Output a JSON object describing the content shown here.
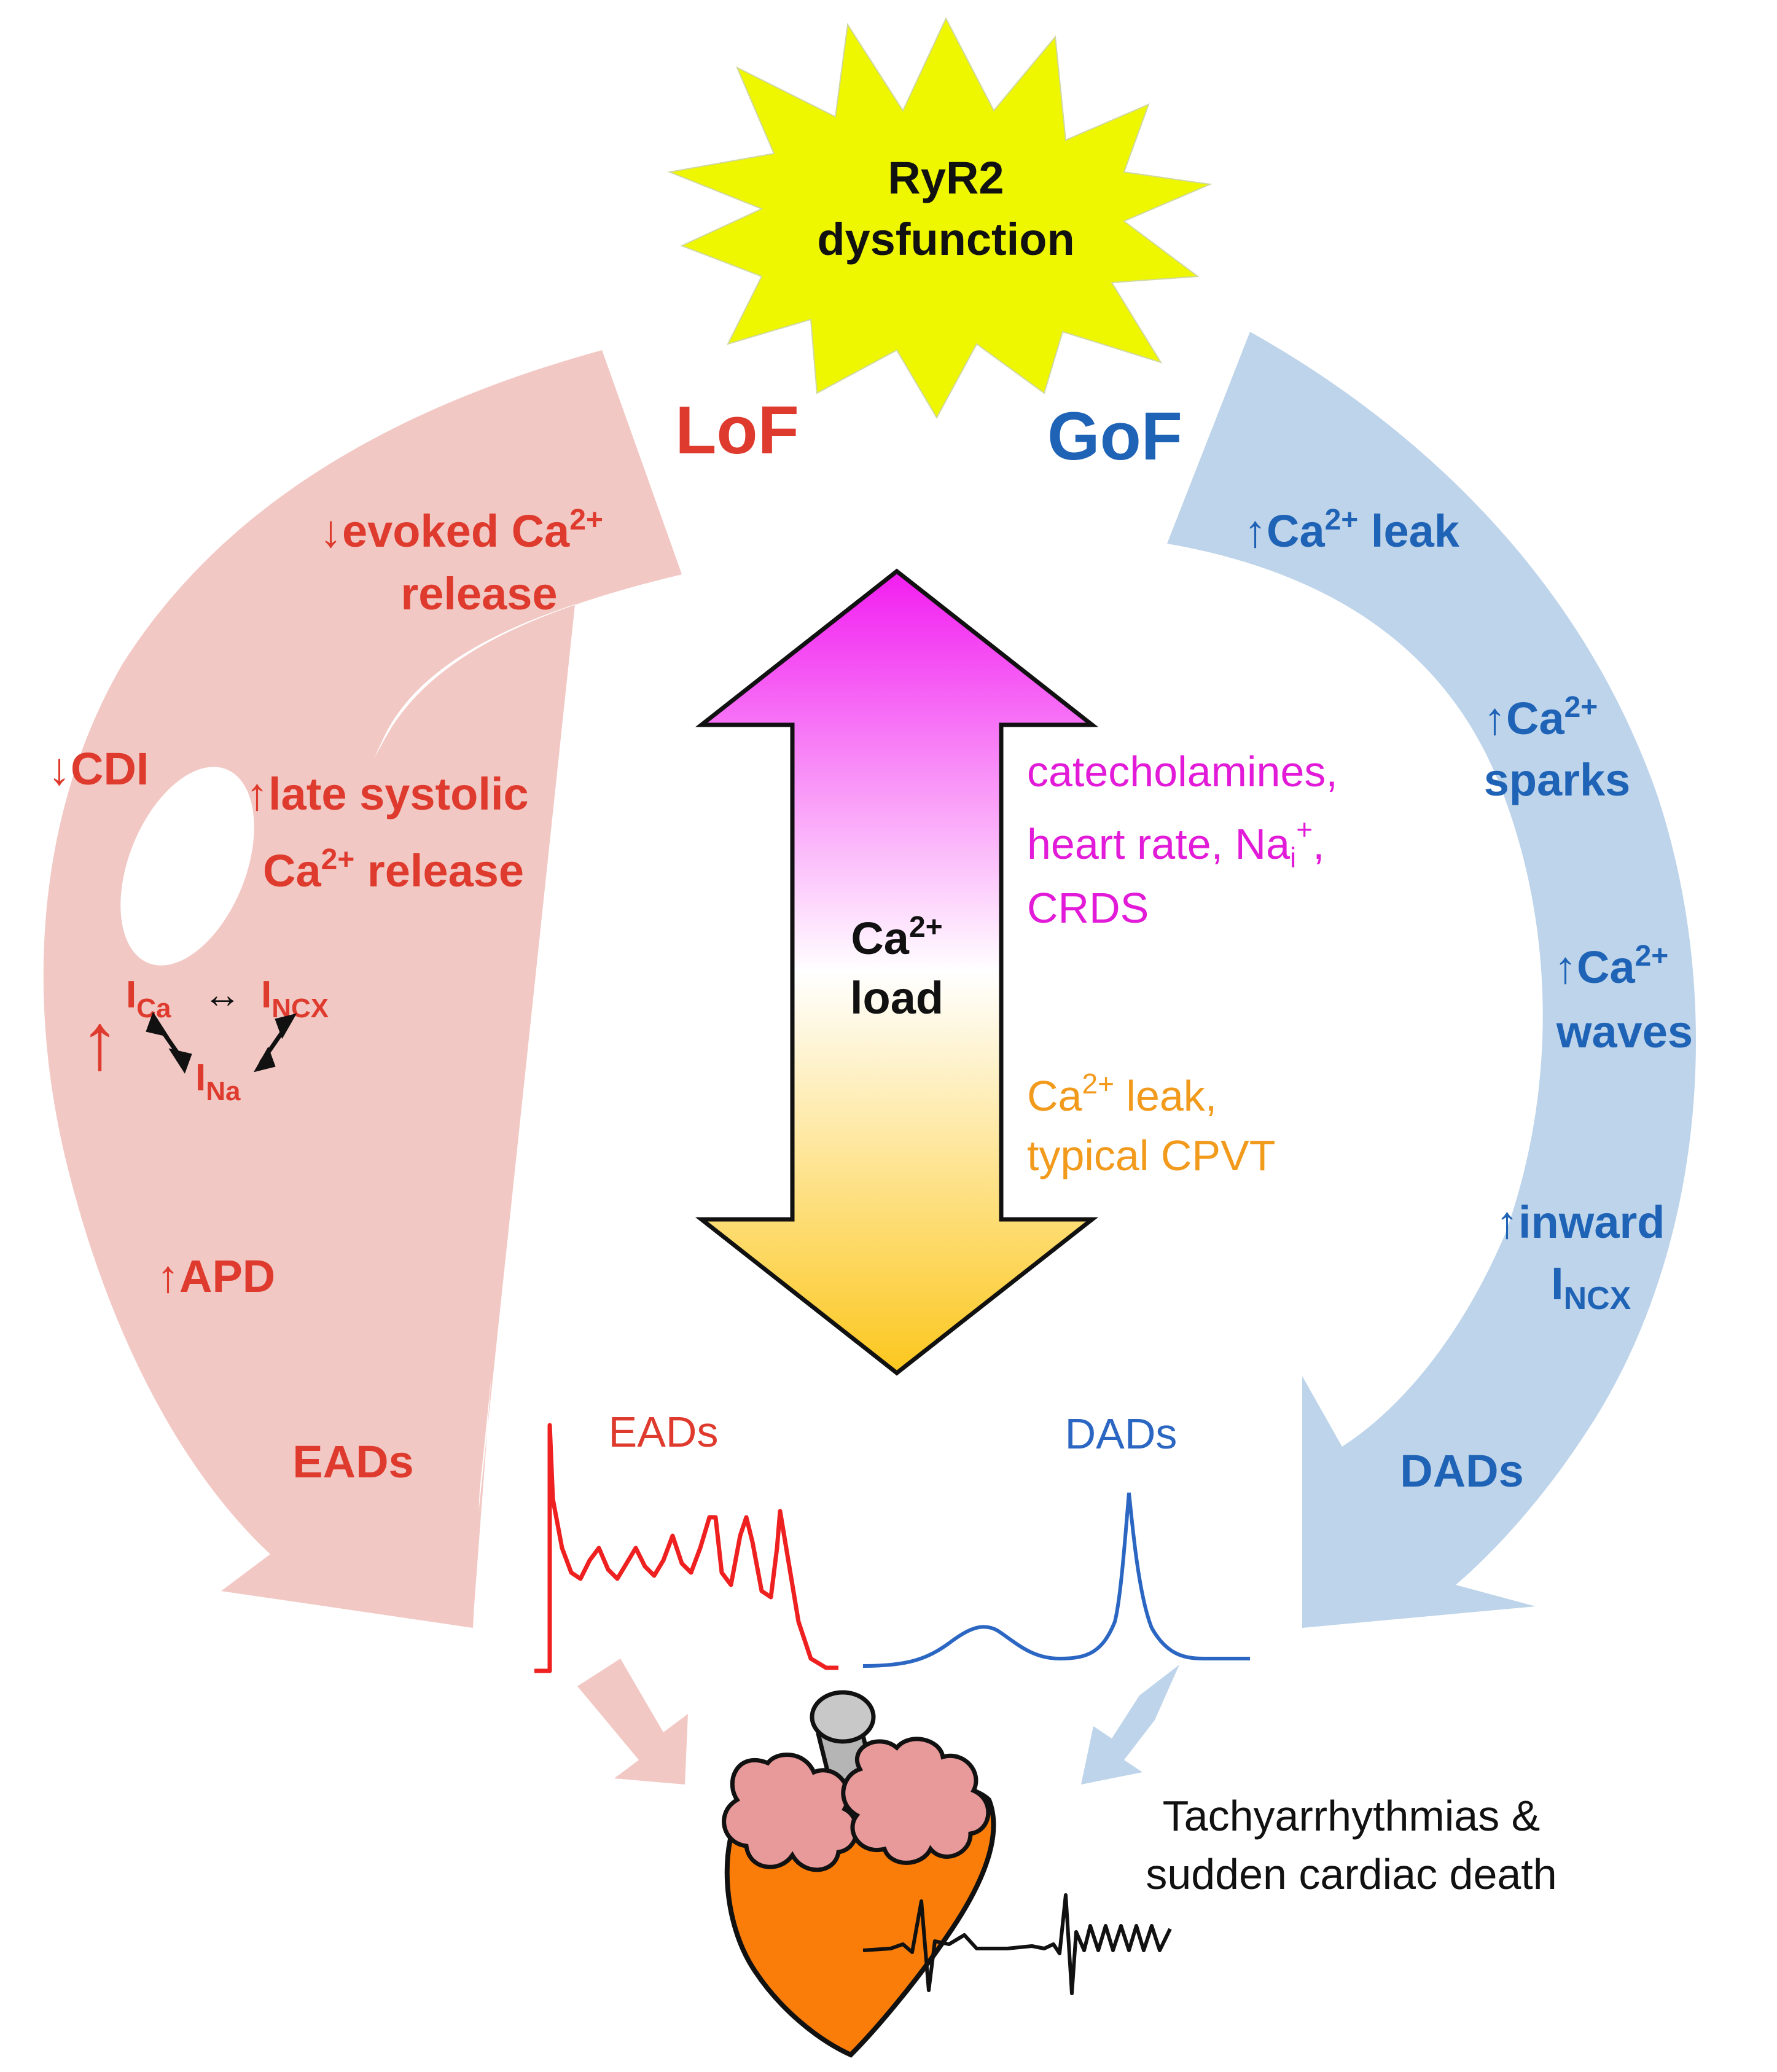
{
  "burst": {
    "line1": "RyR2",
    "line2": "dysfunction",
    "fill": "#eef700"
  },
  "lof": {
    "title": "LoF",
    "color": "#de3b2e",
    "arrow_fill": "#f2c8c4",
    "items": {
      "evoked": {
        "prefix": "↓evoked Ca",
        "sup": "2+",
        "line2": "release"
      },
      "cdi": "↓CDI",
      "late": {
        "line1": "↑late systolic",
        "line2_prefix": "Ca",
        "sup": "2+",
        "line2_suffix": " release"
      },
      "currents": {
        "up_arrow": "↑",
        "ica_main": "I",
        "ica_sub": "Ca",
        "incx_main": "I",
        "incx_sub": "NCX",
        "ina_main": "I",
        "ina_sub": "Na",
        "swap": "↔"
      },
      "apd": "↑APD",
      "eads": "EADs"
    }
  },
  "gof": {
    "title": "GoF",
    "color": "#1f63b6",
    "arrow_fill": "#bed4ea",
    "items": {
      "leak": {
        "prefix": "↑Ca",
        "sup": "2+",
        "suffix": " leak"
      },
      "sparks": {
        "prefix": "↑Ca",
        "sup": "2+",
        "line2": "sparks"
      },
      "waves": {
        "prefix": "↑Ca",
        "sup": "2+",
        "line2": "waves"
      },
      "inward": {
        "line1": "↑inward",
        "main": "I",
        "sub": "NCX"
      },
      "dads": "DADs"
    }
  },
  "center": {
    "label_prefix": "Ca",
    "label_sup": "2+",
    "label_line2": "load",
    "top_color": "#f21df0",
    "bottom_color": "#fcc71e",
    "upper_text": {
      "line1": "catecholamines,",
      "line2_prefix": "heart rate, Na",
      "line2_sub": "i",
      "line2_sup": "+",
      "line2_suffix": ",",
      "line3": "CRDS",
      "color": "#e21bd8"
    },
    "lower_text": {
      "line1_prefix": "Ca",
      "line1_sup": "2+",
      "line1_suffix": " leak,",
      "line2": "typical CPVT",
      "color": "#f29a1c"
    }
  },
  "traces": {
    "ead_label": "EADs",
    "dad_label": "DADs",
    "ead_color": "#ee2020",
    "dad_color": "#2a66c2"
  },
  "outcome": {
    "line1": "Tachyarrhythmias &",
    "line2": "sudden cardiac death",
    "heart_fill": "#fa7d09",
    "atria_fill": "#e89a9a"
  }
}
